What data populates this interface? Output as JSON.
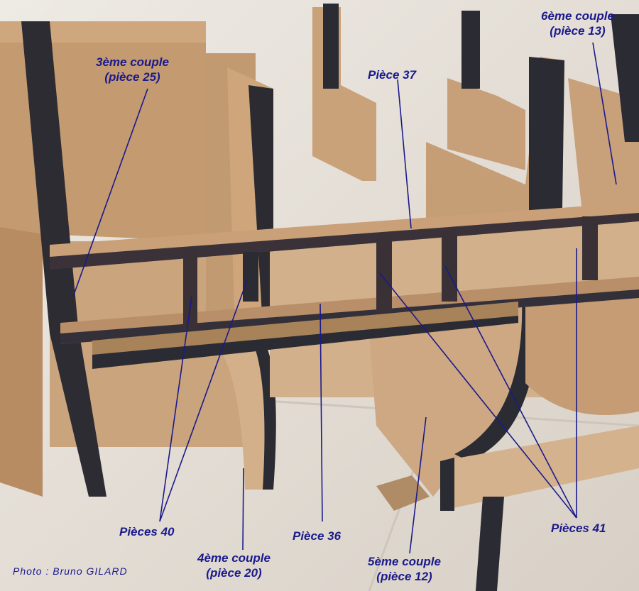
{
  "labels": {
    "couple3": {
      "line1": "3ème couple",
      "line2": "(pièce 25)"
    },
    "piece37": "Pièce 37",
    "couple6": {
      "line1": "6ème couple",
      "line2": "(pièce 13)"
    },
    "pieces40": "Pièces 40",
    "piece36": "Pièce 36",
    "pieces41": "Pièces 41",
    "couple4": {
      "line1": "4ème couple",
      "line2": "(pièce 20)"
    },
    "couple5": {
      "line1": "5ème couple",
      "line2": "(pièce 12)"
    }
  },
  "credit": "Photo : Bruno GILARD",
  "colors": {
    "label": "#1a1a8c",
    "leader_line": "#1a1a8c",
    "mdf": "#c9a27a",
    "mdf_edge": "#2b2b33",
    "floor": "#e4ddd4"
  }
}
